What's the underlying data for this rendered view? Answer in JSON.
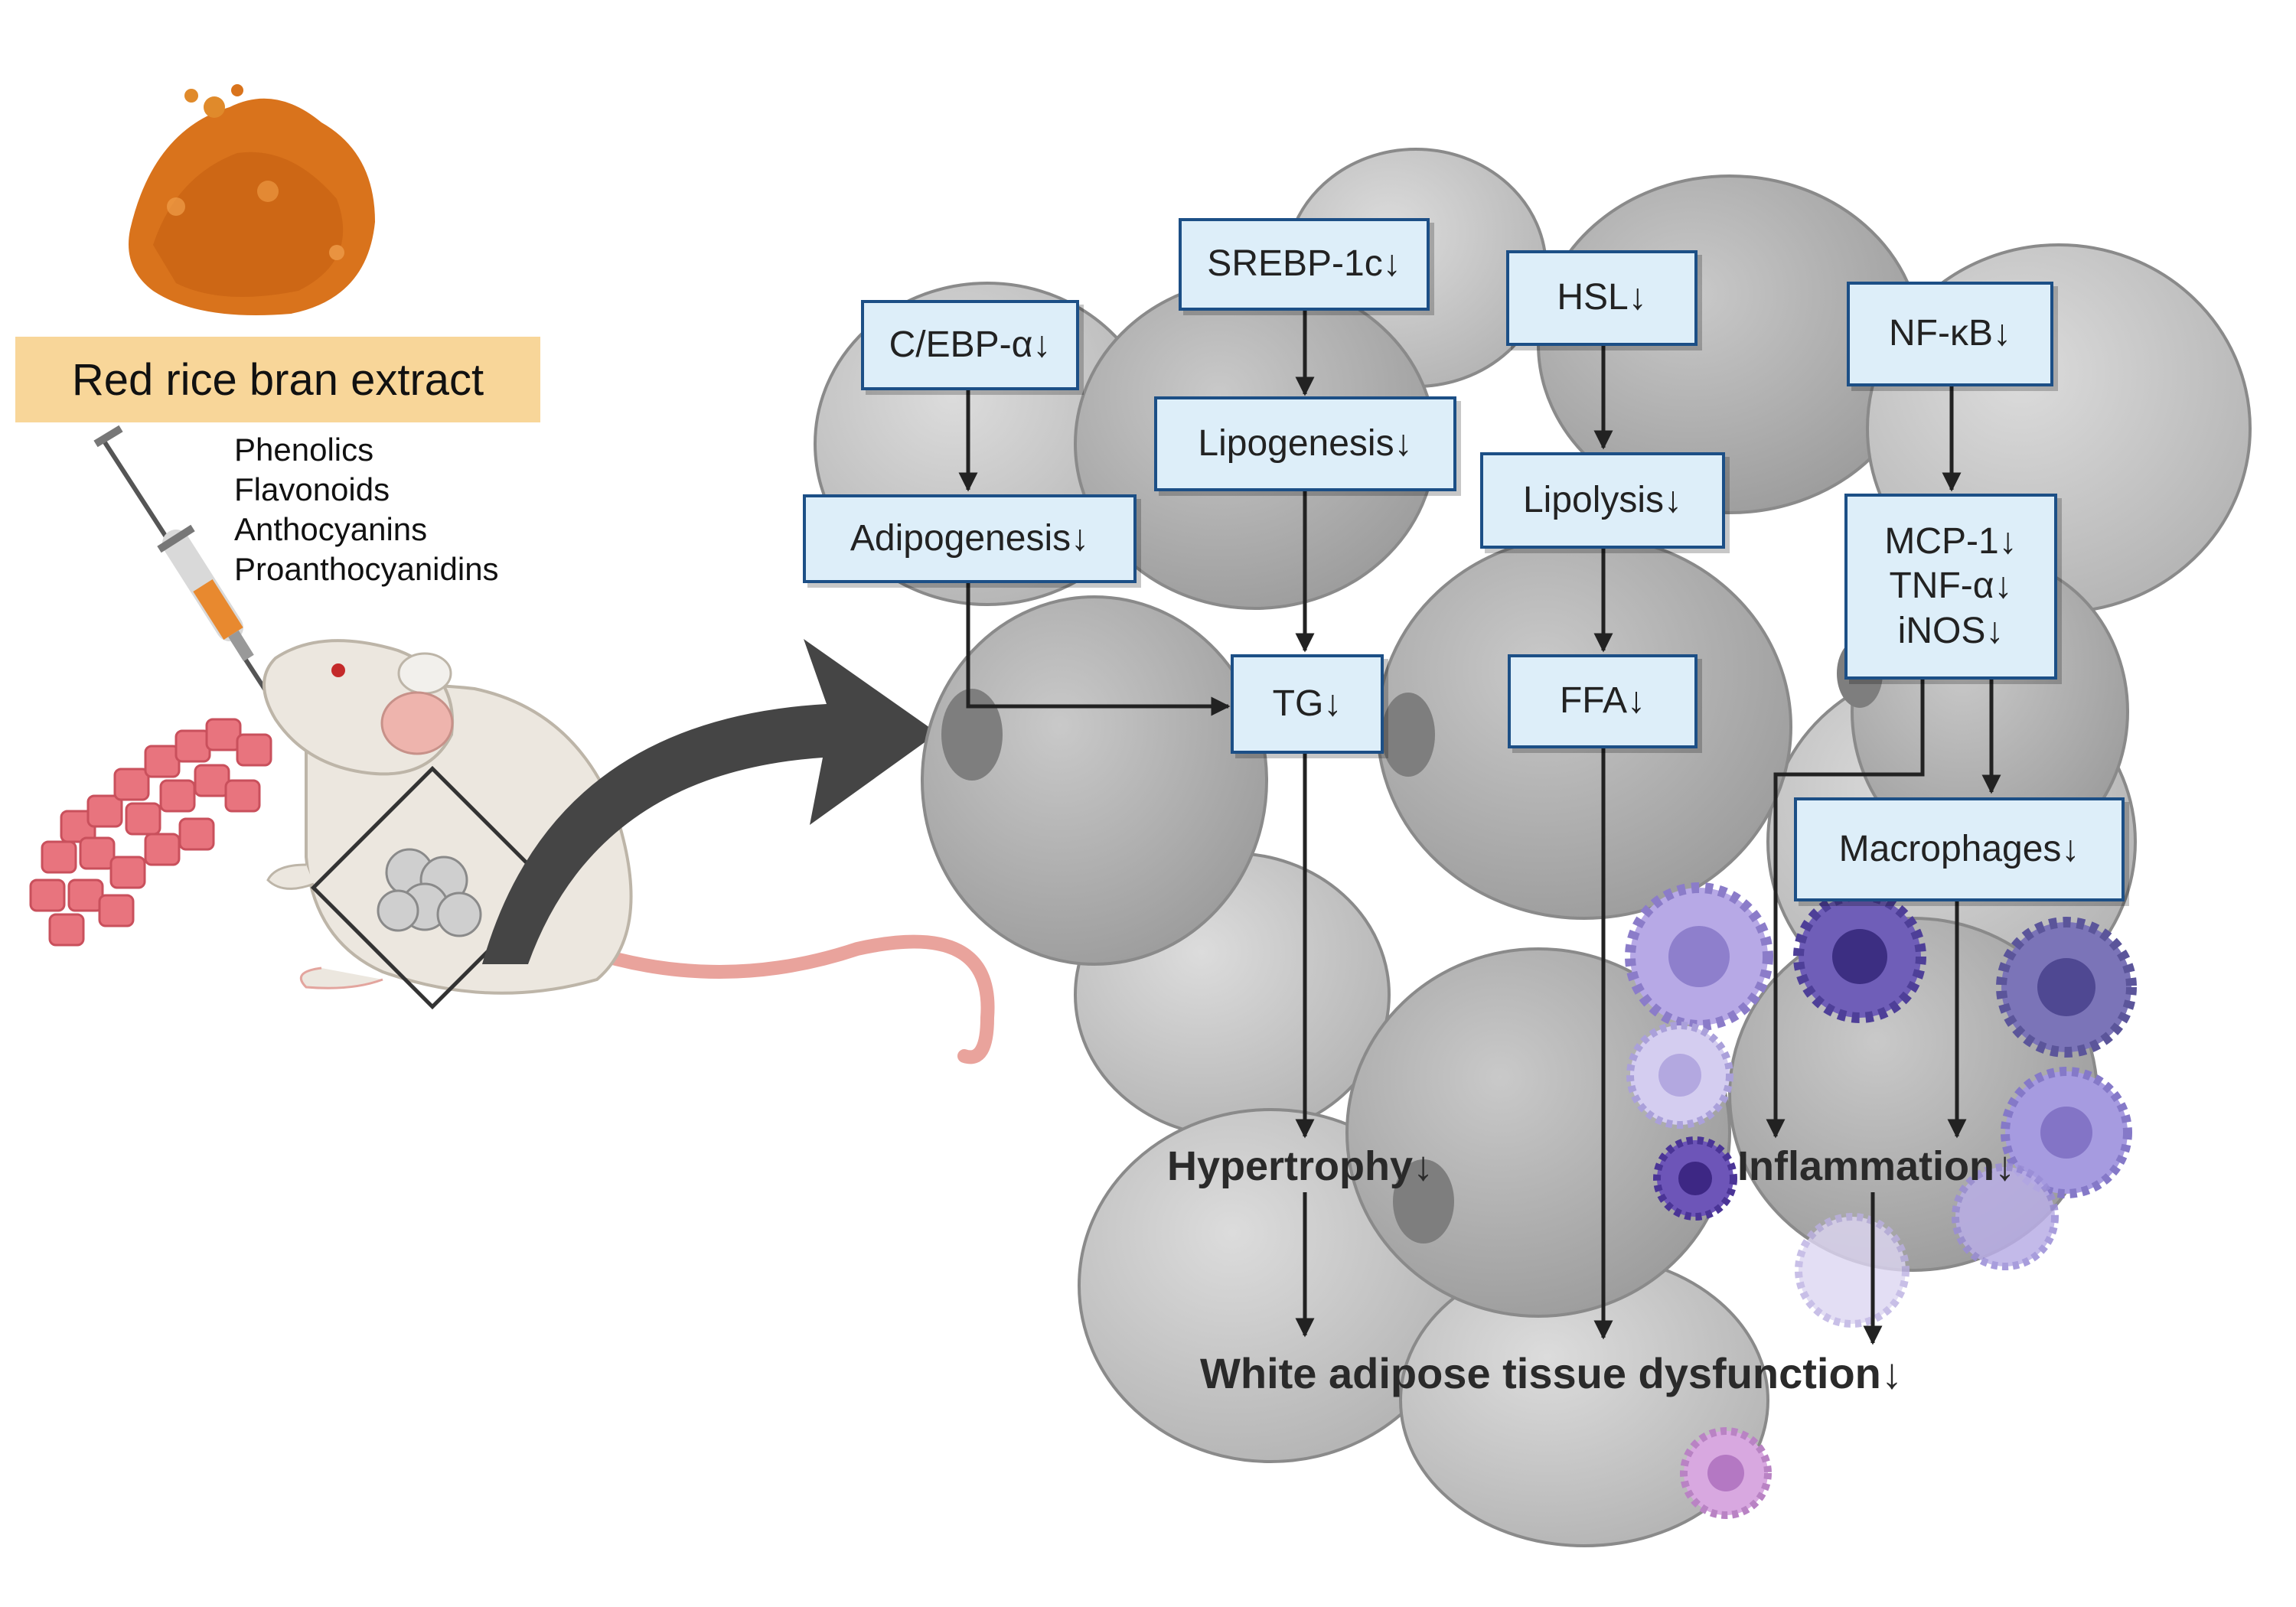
{
  "extract": {
    "title": "Red rice bran extract",
    "compounds": [
      "Phenolics",
      "Flavonoids",
      "Anthocyanins",
      "Proanthocyanidins"
    ]
  },
  "markers": {
    "cebpa": "C/EBP-α↓",
    "srebp": "SREBP-1c↓",
    "hsl": "HSL↓",
    "nfkb": "NF-κB↓",
    "adipogenesis": "Adipogenesis↓",
    "lipogenesis": "Lipogenesis↓",
    "lipolysis": "Lipolysis↓",
    "cytokines": [
      "MCP-1↓",
      "TNF-α↓",
      "iNOS↓"
    ],
    "tg": "TG↓",
    "ffa": "FFA↓",
    "macrophages": "Macrophages↓"
  },
  "outcomes": {
    "hypertrophy": "Hypertrophy↓",
    "inflammation": "Inflammation↓",
    "dysfunction": "White adipose tissue dysfunction↓"
  },
  "colors": {
    "box_fill": "#ddeef9",
    "box_border": "#1c4f86",
    "banner": "#f8d699",
    "powder": "#d9731c",
    "cell": "#c4c4c4",
    "cell_border": "#8a8a8a",
    "macrophage": "#9a8ad2",
    "mouse": "#ece7df",
    "feed": "#e8747e"
  }
}
